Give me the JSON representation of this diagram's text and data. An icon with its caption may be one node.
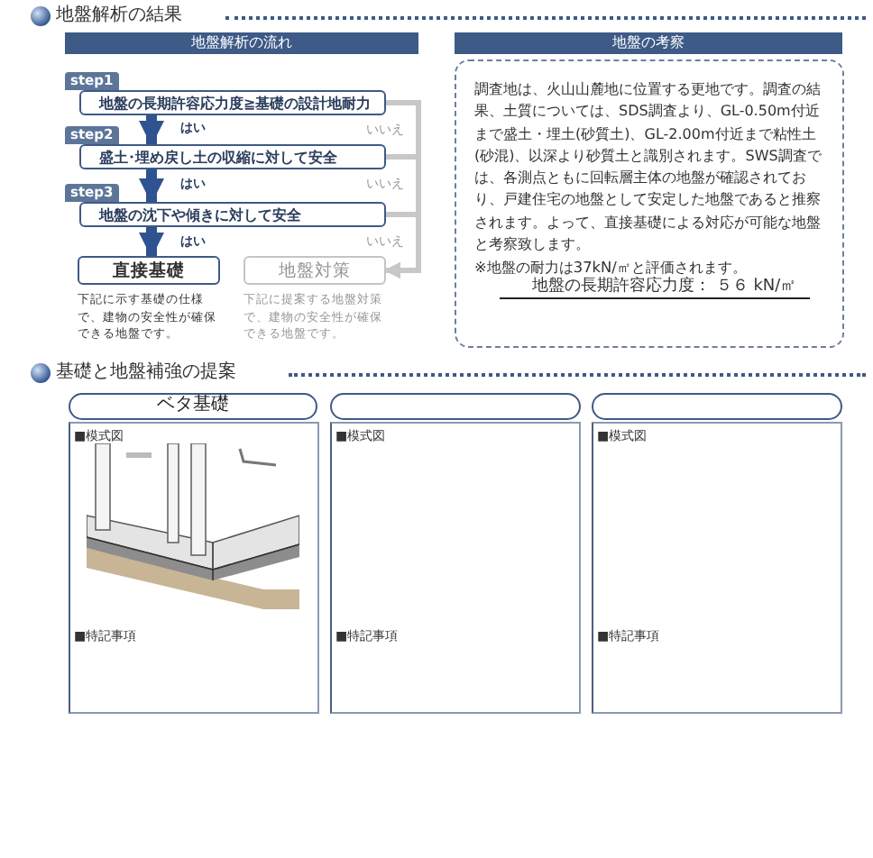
{
  "diagram": {
    "nodes": [
      {
        "text": [
          "地盤解析の流れ"
        ]
      },
      {
        "text": [
          "step1",
          "地盤の長期許容応力度≧基礎の設計地耐力"
        ]
      },
      {
        "text": [
          "step2",
          "盛土･埋め戻し土の収縮に対して安全"
        ]
      },
      {
        "text": [
          "step3",
          "地盤の沈下や傾きに対して安全"
        ]
      },
      {
        "text": [
          "直接基礎"
        ],
        "beside": [
          "下記に示す基礎の仕様で、建物の安全性が確保できる地盤です。"
        ]
      },
      {
        "text": [
          "地盤対策"
        ],
        "beside": [
          "下記に提案する地盤対策で、建物の安全性が確保できる地盤です。"
        ]
      },
      {
        "text": [
          "地盤の考察"
        ]
      },
      {
        "text": [
          "調査地は、火山山麓地に位置する更地です。調査の結果、土質については、SDS調査より、GL-0.50m付近まで盛土・埋土(砂質土)、GL-2.00m付近まで粘性土(砂混)、以深より砂質土と識別されます。SWS調査では、各測点ともに回転層主体の地盤が確認されており、戸建住宅の地盤として安定した地盤であると推察されます。よって、直接基礎による対応が可能な地盤と考察致します。",
          "※地盤の耐力は37kN/㎡と評価されます。",
          "地盤の長期許容応力度： ５６ kN/㎡"
        ]
      },
      {
        "text": [
          "ベタ基礎"
        ]
      },
      {
        "text": [],
        "shape": "box"
      },
      {
        "text": [],
        "shape": "box"
      },
      {
        "text": [
          "■模式図",
          "■特記事項"
        ]
      },
      {
        "text": [
          "■模式図",
          "■特記事項"
        ]
      },
      {
        "text": [
          "■模式図",
          "■特記事項"
        ]
      }
    ],
    "edges": [
      {
        "from": 1,
        "to": 2,
        "arrow": "to",
        "label": "はい",
        "style": "thick"
      },
      {
        "from": 2,
        "to": 3,
        "arrow": "to",
        "label": "はい",
        "style": "thick"
      },
      {
        "from": 3,
        "to": 4,
        "arrow": "to",
        "label": "はい",
        "style": "thick"
      },
      {
        "from": 1,
        "to": 5,
        "arrow": "to",
        "label": "いいえ",
        "color": "#c8c8c8"
      },
      {
        "from": 2,
        "to": 5,
        "arrow": "to",
        "label": "いいえ",
        "color": "#c8c8c8"
      },
      {
        "from": 3,
        "to": 5,
        "arrow": "to",
        "label": "いいえ",
        "color": "#c8c8c8"
      }
    ],
    "labels": [
      "地盤解析の結果",
      "基礎と地盤補強の提案"
    ]
  }
}
